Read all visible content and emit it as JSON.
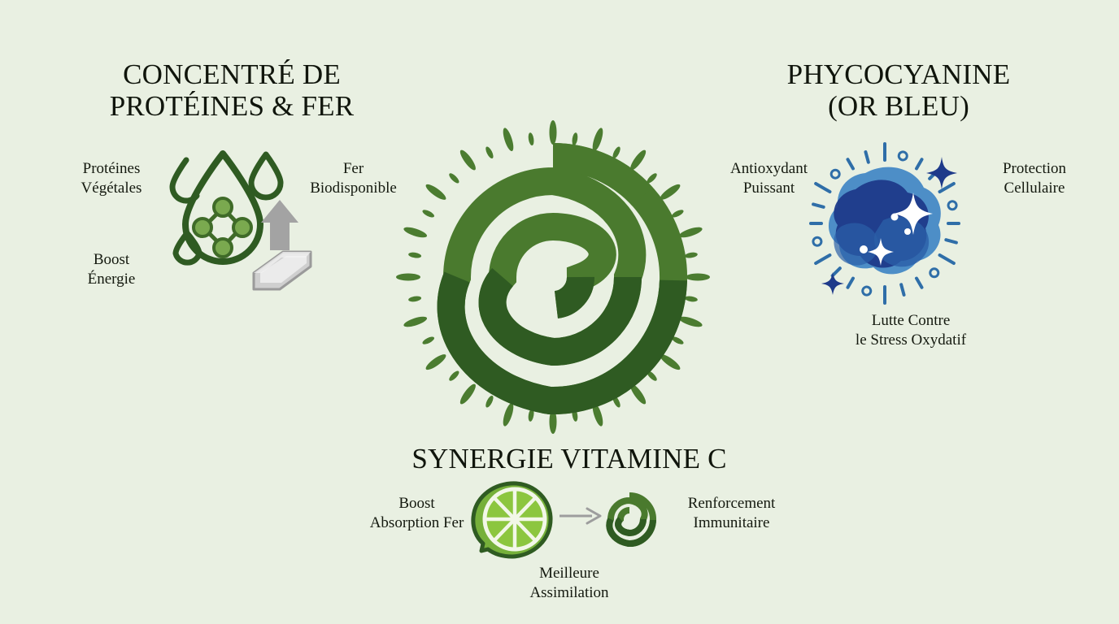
{
  "background_color": "#e9f0e2",
  "text_color": "#14190f",
  "palette": {
    "spiral_light_green": "#4a7a2e",
    "spiral_dark_green": "#2f5b22",
    "leaf_green": "#4b7c30",
    "droplet_outline": "#2f5b22",
    "molecule_fill": "#7aa94f",
    "metal_gray": "#a9a9a9",
    "metal_light": "#e2e2e2",
    "arrow_gray": "#9d9d9d",
    "blob_blue_dark": "#1e3a8a",
    "blob_blue_mid": "#2b5fa8",
    "blob_blue_light": "#3f86c4",
    "ray_blue": "#2f6ea8",
    "lime_rind": "#2f5b22",
    "lime_flesh": "#8cc63f",
    "lime_flesh_dark": "#76b03a",
    "lime_segment": "#f2f7e8"
  },
  "sections": {
    "left": {
      "title": "CONCENTRÉ DE\nPROTÉINES & FER",
      "labels": {
        "proteines": "Protéines\nVégétales",
        "boost": "Boost\nÉnergie",
        "fer": "Fer\nBiodisponible"
      },
      "icon_name": "droplet-molecule-iron-ingot-icon"
    },
    "right": {
      "title": "PHYCOCYANINE\n(OR BLEU)",
      "labels": {
        "antioxydant": "Antioxydant\nPuissant",
        "protection": "Protection\nCellulaire",
        "lutte": "Lutte Contre\nle Stress Oxydatif"
      },
      "icon_name": "blue-blob-sparkle-icon"
    },
    "bottom": {
      "title": "SYNERGIE VITAMINE C",
      "labels": {
        "absorption": "Boost\nAbsorption Fer",
        "renforcement": "Renforcement\nImmunitaire",
        "assimilation": "Meilleure\nAssimilation"
      },
      "icons": {
        "lime": "lime-slice-icon",
        "arrow": "arrow-right-icon",
        "spiral": "spirulina-spiral-small-icon"
      }
    },
    "center": {
      "icon_name": "spirulina-spiral-rays-icon"
    }
  }
}
